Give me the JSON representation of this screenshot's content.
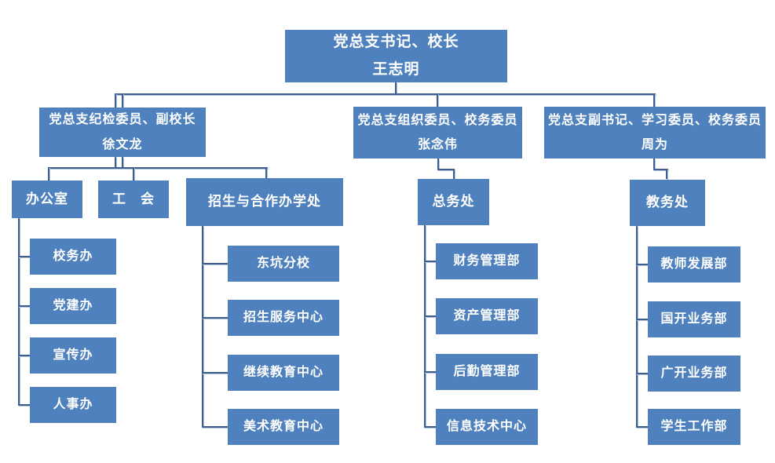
{
  "palette": {
    "box_fill": "#4E81BD",
    "box_text": "#FFFFFF",
    "connector_line": "#3E5E8E",
    "connector_shadow": "#B3C5DC",
    "background": "#FFFFFF"
  },
  "org": {
    "root": {
      "title": "党总支书记、校长",
      "name": "王志明"
    },
    "branches": [
      {
        "title": "党总支纪检委员、副校长",
        "name": "徐文龙",
        "departments": [
          {
            "label": "办公室",
            "children": [
              "校务办",
              "党建办",
              "宣传办",
              "人事办"
            ]
          },
          {
            "label": "工　会",
            "children": []
          },
          {
            "label": "招生与合作办学处",
            "children": [
              "东坑分校",
              "招生服务中心",
              "继续教育中心",
              "美术教育中心"
            ]
          }
        ]
      },
      {
        "title": "党总支组织委员、校务委员",
        "name": "张念伟",
        "departments": [
          {
            "label": "总务处",
            "children": [
              "财务管理部",
              "资产管理部",
              "后勤管理部",
              "信息技术中心"
            ]
          }
        ]
      },
      {
        "title": "党总支副书记、学习委员、校务委员",
        "name": "周为",
        "departments": [
          {
            "label": "教务处",
            "children": [
              "教师发展部",
              "国开业务部",
              "广开业务部",
              "学生工作部"
            ]
          }
        ]
      }
    ]
  }
}
